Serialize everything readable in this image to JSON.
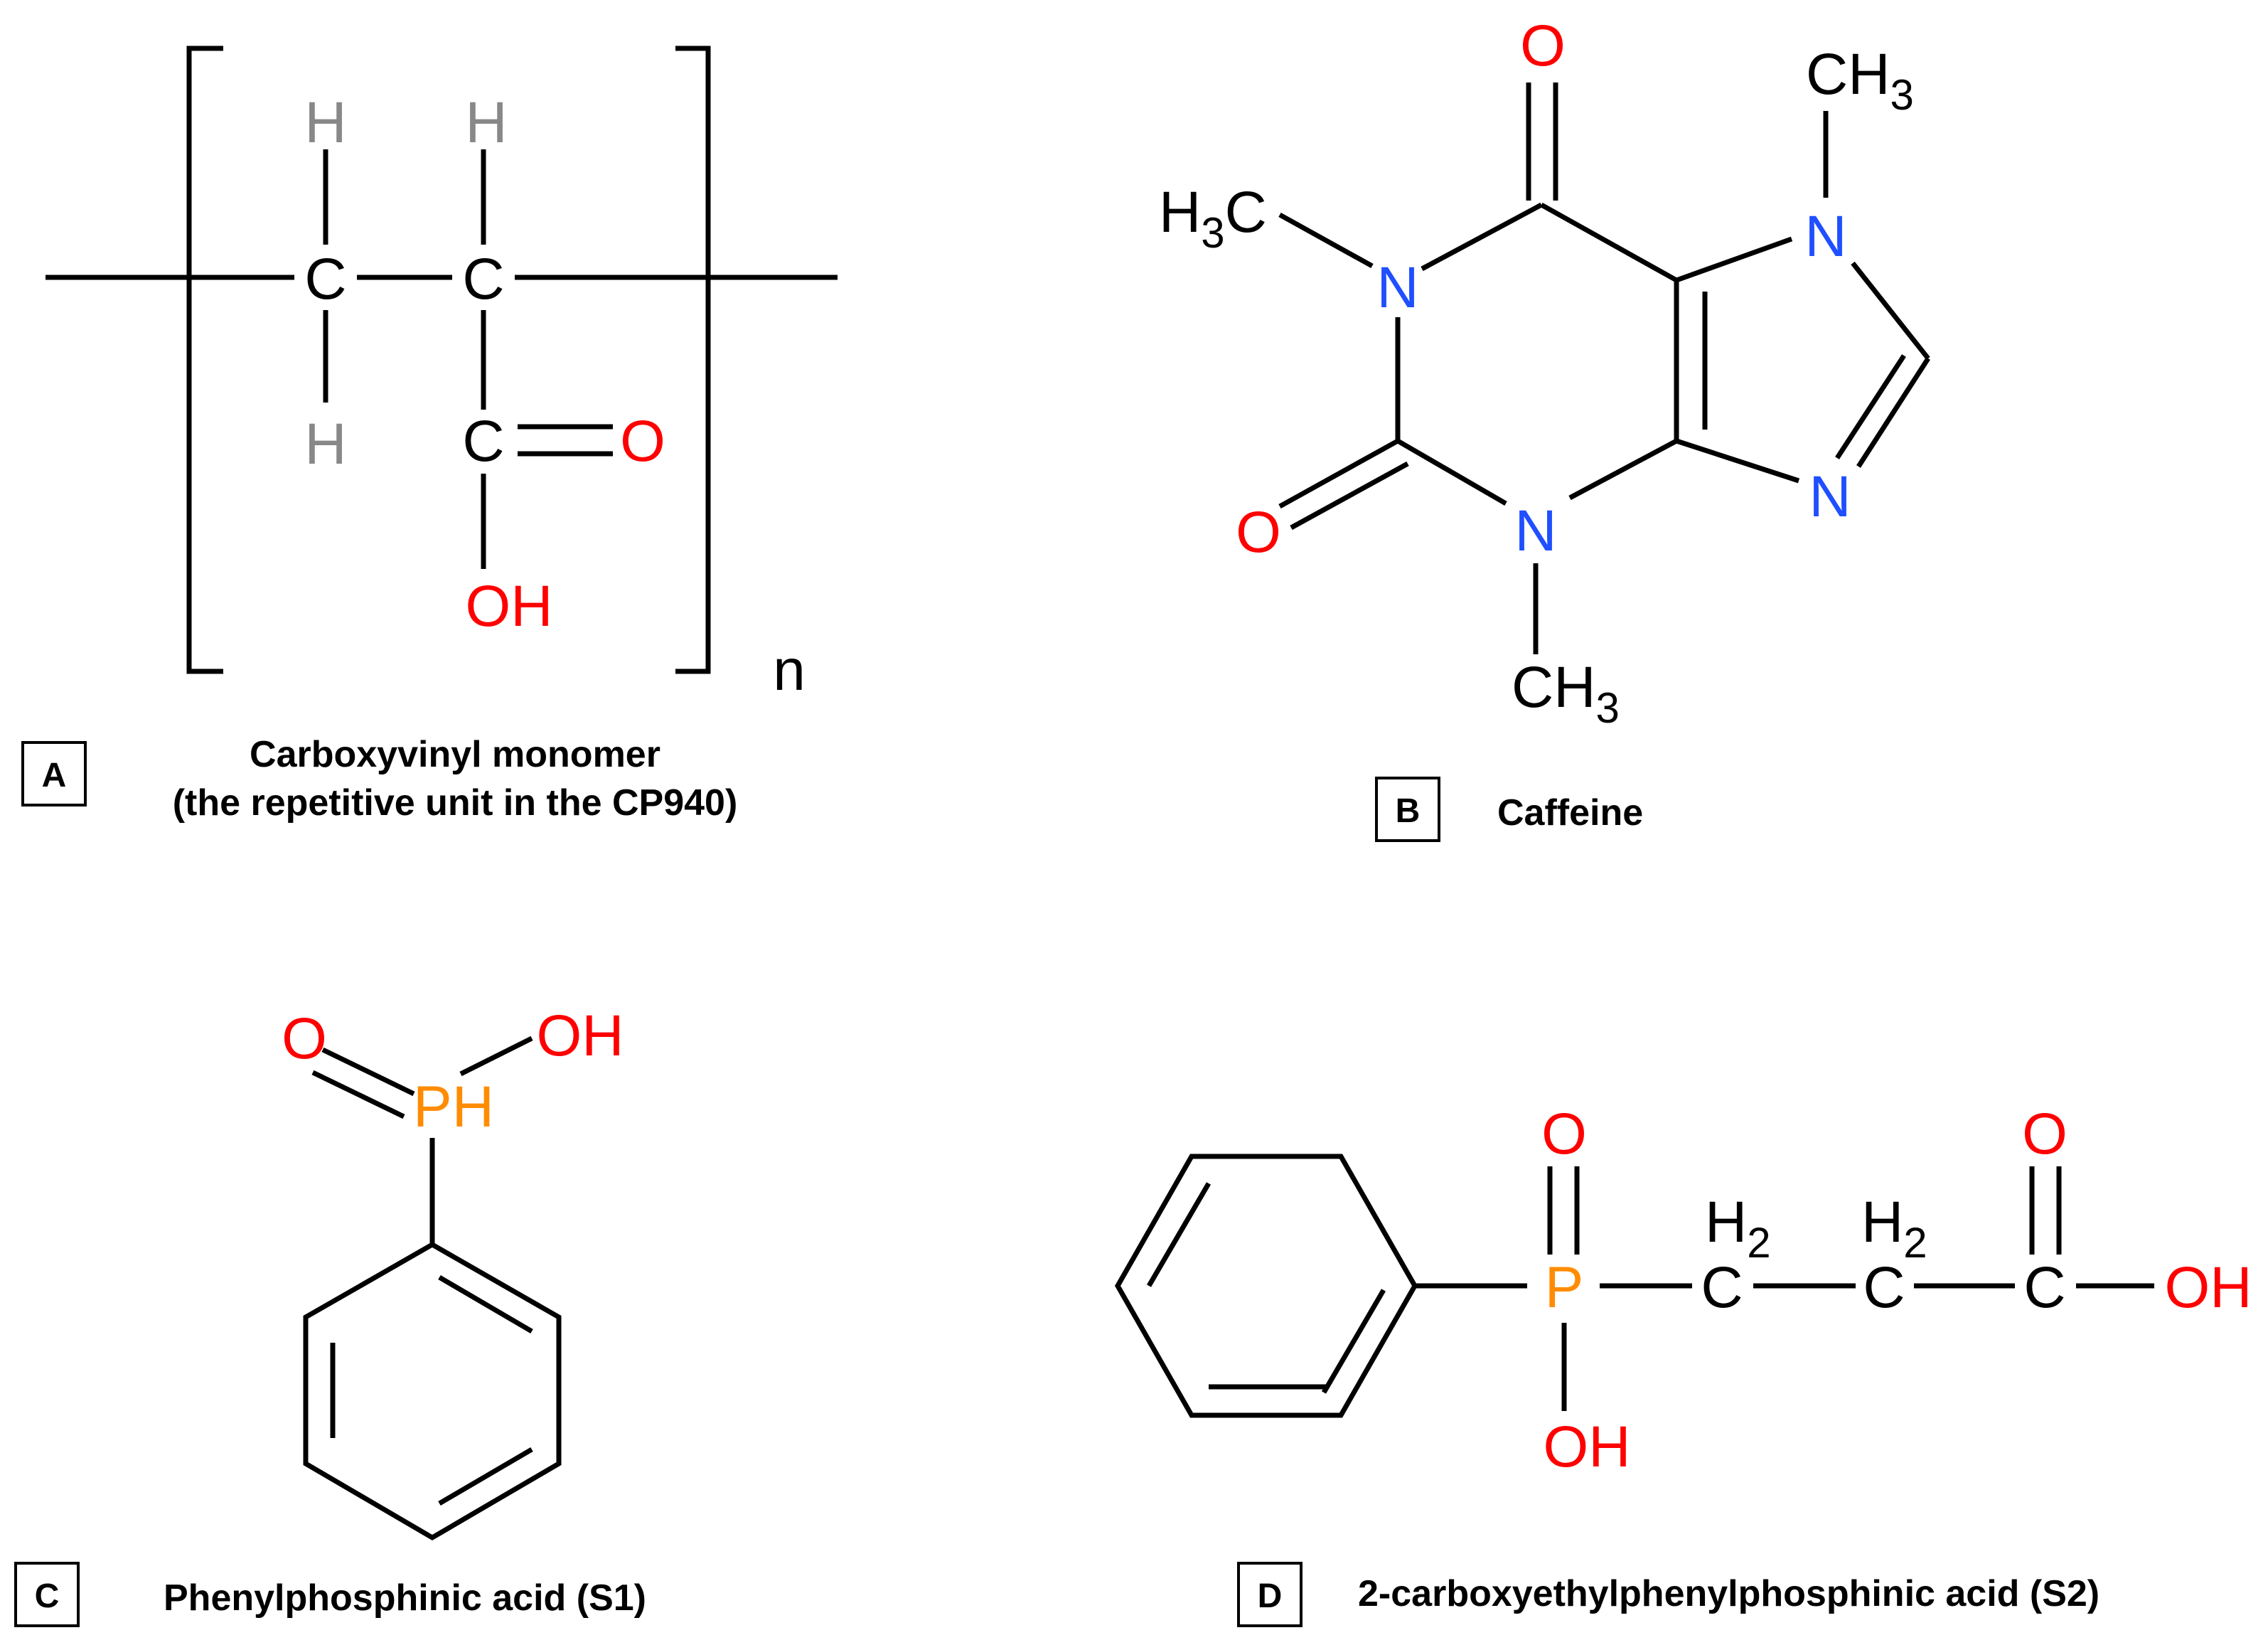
{
  "colors": {
    "bond": "#000000",
    "carbon": "#000000",
    "hydrogen": "#888888",
    "oxygen": "#ff0000",
    "nitrogen": "#1f4fff",
    "phosphorus": "#ff8c00"
  },
  "panel_a": {
    "letter": "A",
    "caption_line1": "Carboxyvinyl monomer",
    "caption_line2": "(the repetitive unit in the CP940)",
    "repeat_subscript": "n",
    "atoms": {
      "h1": "H",
      "h2": "H",
      "h3": "H",
      "c1": "C",
      "c2": "C",
      "c3": "C",
      "o": "O",
      "oh": "OH"
    }
  },
  "panel_b": {
    "letter": "B",
    "caption": "Caffeine",
    "atoms": {
      "o_top": "O",
      "o_left": "O",
      "n1": "N",
      "n3": "N",
      "n7": "N",
      "n9": "N",
      "ch3_top": "CH",
      "ch3_left": "H",
      "ch3_left_c": "C",
      "ch3_bottom": "CH",
      "sub3": "3"
    }
  },
  "panel_c": {
    "letter": "C",
    "caption": "Phenylphosphinic acid (S1)",
    "atoms": {
      "o": "O",
      "oh": "OH",
      "ph": "PH"
    }
  },
  "panel_d": {
    "letter": "D",
    "caption": "2-carboxyethylphenylphosphinic acid (S2)",
    "atoms": {
      "p": "P",
      "o_p": "O",
      "oh_p": "OH",
      "c1": "C",
      "c2": "C",
      "c3": "C",
      "h": "H",
      "sub2": "2",
      "o_c": "O",
      "oh_c": "OH"
    }
  }
}
